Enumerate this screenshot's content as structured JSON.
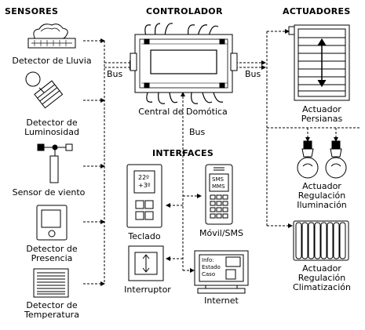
{
  "sections": {
    "sensors": "SENSORES",
    "controller": "CONTROLADOR",
    "actuators": "ACTUADORES",
    "interfaces": "INTERFACES"
  },
  "sensors": {
    "rain": "Detector de Lluvia",
    "light_1": "Detector de",
    "light_2": "Luminosidad",
    "wind": "Sensor de viento",
    "presence_1": "Detector de",
    "presence_2": "Presencia",
    "temp_1": "Detector de",
    "temp_2": "Temperatura"
  },
  "controller": {
    "label": "Central de Domótica"
  },
  "bus": {
    "left": "Bus",
    "right": "Bus",
    "down": "Bus"
  },
  "interfaces": {
    "keypad": "Teclado",
    "keypad_temp_1": "22º",
    "keypad_temp_2": "+3º",
    "mobile": "Móvil/SMS",
    "mobile_screen_1": "SMS",
    "mobile_screen_2": "MMS",
    "switch": "Interruptor",
    "internet": "Internet",
    "internet_screen_1": "Info:",
    "internet_screen_2": "Estado",
    "internet_screen_3": "Caso"
  },
  "actuators": {
    "blinds_1": "Actuador",
    "blinds_2": "Persianas",
    "lighting_1": "Actuador",
    "lighting_2": "Regulación",
    "lighting_3": "Iluminación",
    "climate_1": "Actuador",
    "climate_2": "Regulación",
    "climate_3": "Climatización"
  }
}
